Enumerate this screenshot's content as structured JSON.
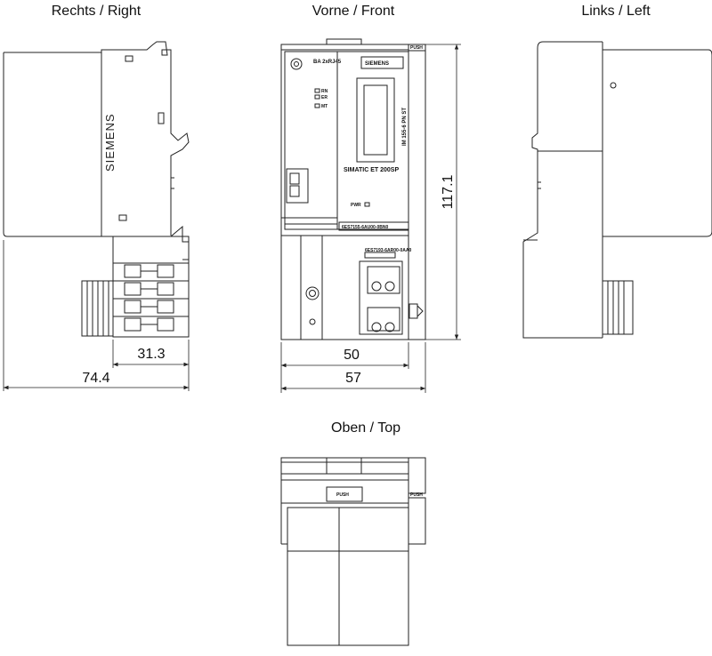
{
  "views": {
    "right_title": "Rechts / Right",
    "front_title": "Vorne / Front",
    "left_title": "Links / Left",
    "top_title": "Oben / Top"
  },
  "dimensions": {
    "depth_connector": "31.3",
    "depth_total": "74.4",
    "height": "117.1",
    "width_module": "50",
    "width_total": "57"
  },
  "labels": {
    "brand": "SIEMENS",
    "front_brand": "SIEMENS",
    "product": "SIMATIC ET 200SP",
    "module_name": "IM 155-6 PN ST",
    "order_number": "6ES7155-6AU00-0BN0",
    "ba_label": "BA 2xRJ45",
    "push_label": "PUSH",
    "push_label_side": "PUSH",
    "pwr_label": "PWR",
    "rn_label": "RN",
    "er_label": "ER",
    "mt_label": "MT",
    "busadapter_ref": "6ES7193-6AR00-0AA0"
  },
  "colors": {
    "line": "#222222",
    "background": "#ffffff"
  }
}
